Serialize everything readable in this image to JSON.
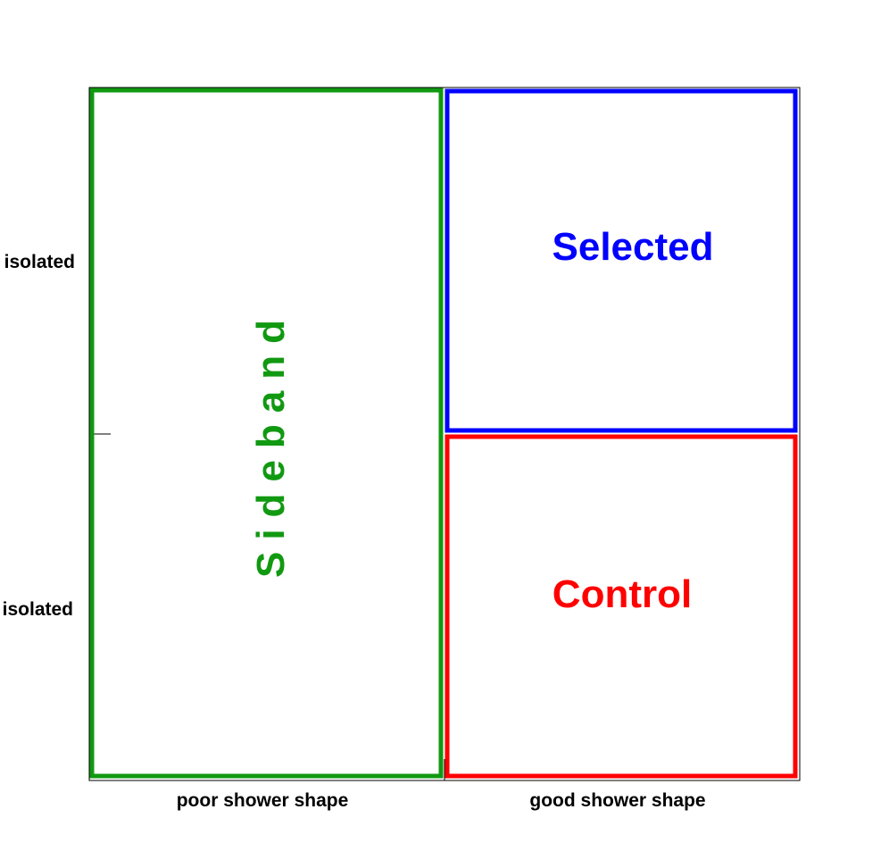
{
  "diagram": {
    "x_labels": {
      "left": "poor shower shape",
      "right": "good shower shape"
    },
    "y_labels": {
      "top": "isolated",
      "bottom": "isolated"
    },
    "regions": {
      "sideband": {
        "label": "Sideband",
        "color": "#119911"
      },
      "selected": {
        "label": "Selected",
        "color": "#0000ff"
      },
      "control": {
        "label": "Control",
        "color": "#ff0000"
      }
    },
    "frame_color": "#000000"
  }
}
